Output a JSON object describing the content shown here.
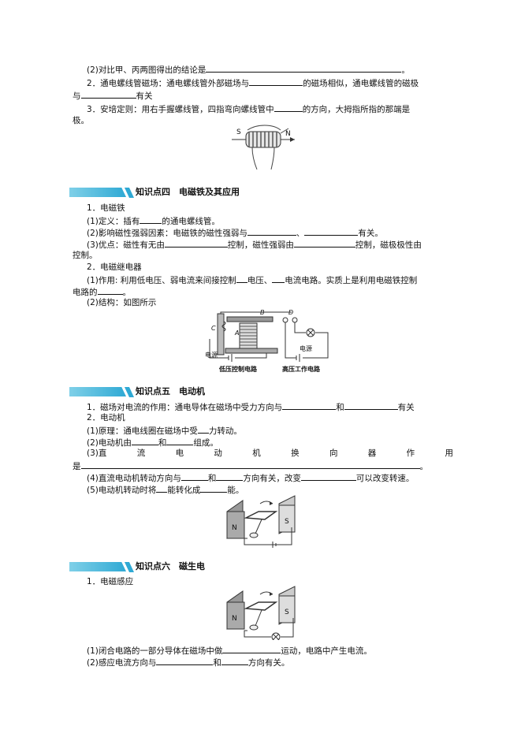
{
  "s3": {
    "l1": "(2)对比甲、丙两图得出的结论是",
    "l1_end": "。",
    "l2a": "2．通电螺线管磁场：通电螺线管外部磁场与",
    "l2b": "的磁场相似，通电螺线管的磁极",
    "l3a": "与",
    "l3b": "有关",
    "l4a": "3．安培定则：用右手握螺线管，四指弯向螺线管中",
    "l4b": "的方向，大拇指所指的那端是",
    "l5": "极。",
    "fig_s": "S",
    "fig_n": "N"
  },
  "s4": {
    "title": "知识点四　电磁铁及其应用",
    "l1": "1．电磁铁",
    "l2a": "(1)定义：插有",
    "l2b": "的通电螺线管。",
    "l3a": "(2)影响磁性强弱因素：电磁铁的磁性强弱与",
    "l3b": "、",
    "l3c": "有关。",
    "l4a": "(3)优点：磁性有无由",
    "l4b": "控制，磁性强弱由",
    "l4c": "控制，磁极极性由",
    "l5": "控制。",
    "l6": "2．电磁继电器",
    "l7a": "(1)作用: 利用低电压、弱电流来间接控制",
    "l7b": "电压、",
    "l7c": "电流电路。实质上是利用电磁铁控制",
    "l8a": "电路的",
    "l8b": "。",
    "l9": "(2)结构：如图所示",
    "fig_a": "A",
    "fig_b": "B",
    "fig_c": "C",
    "fig_d": "D",
    "fig_power1": "电源",
    "fig_power2": "电源",
    "fig_low": "低压控制电路",
    "fig_high": "高压工作电路"
  },
  "s5": {
    "title": "知识点五　电动机",
    "l1a": "1．磁场对电流的作用：通电导体在磁场中受力方向与",
    "l1b": "和",
    "l1c": "有关",
    "l2": "2．电动机",
    "l3a": "(1)原理：通电线圈在磁场中受",
    "l3b": "力转动。",
    "l4a": "(2)电动机由",
    "l4b": "和",
    "l4c": "组成。",
    "l5_words": [
      "(3)直",
      "流",
      "电",
      "动",
      "机",
      "换",
      "向",
      "器",
      "作",
      "用"
    ],
    "l6a": "是",
    "l6b": "。",
    "l7a": "(4)直流电动机转动方向与",
    "l7b": "和",
    "l7c": "方向有关，改变",
    "l7d": "可以改变转速。",
    "l8a": "(5)电动机转动时将",
    "l8b": "能转化成",
    "l8c": "能。",
    "fig_n": "N",
    "fig_s": "S"
  },
  "s6": {
    "title": "知识点六　磁生电",
    "l1": "1．电磁感应",
    "l2a": "(1)闭合电路的一部分导体在磁场中做",
    "l2b": "运动，电路中产生电流。",
    "l3a": "(2)感应电流方向与",
    "l3b": "和",
    "l3c": "方向有关。",
    "fig_n": "N",
    "fig_s": "S"
  }
}
